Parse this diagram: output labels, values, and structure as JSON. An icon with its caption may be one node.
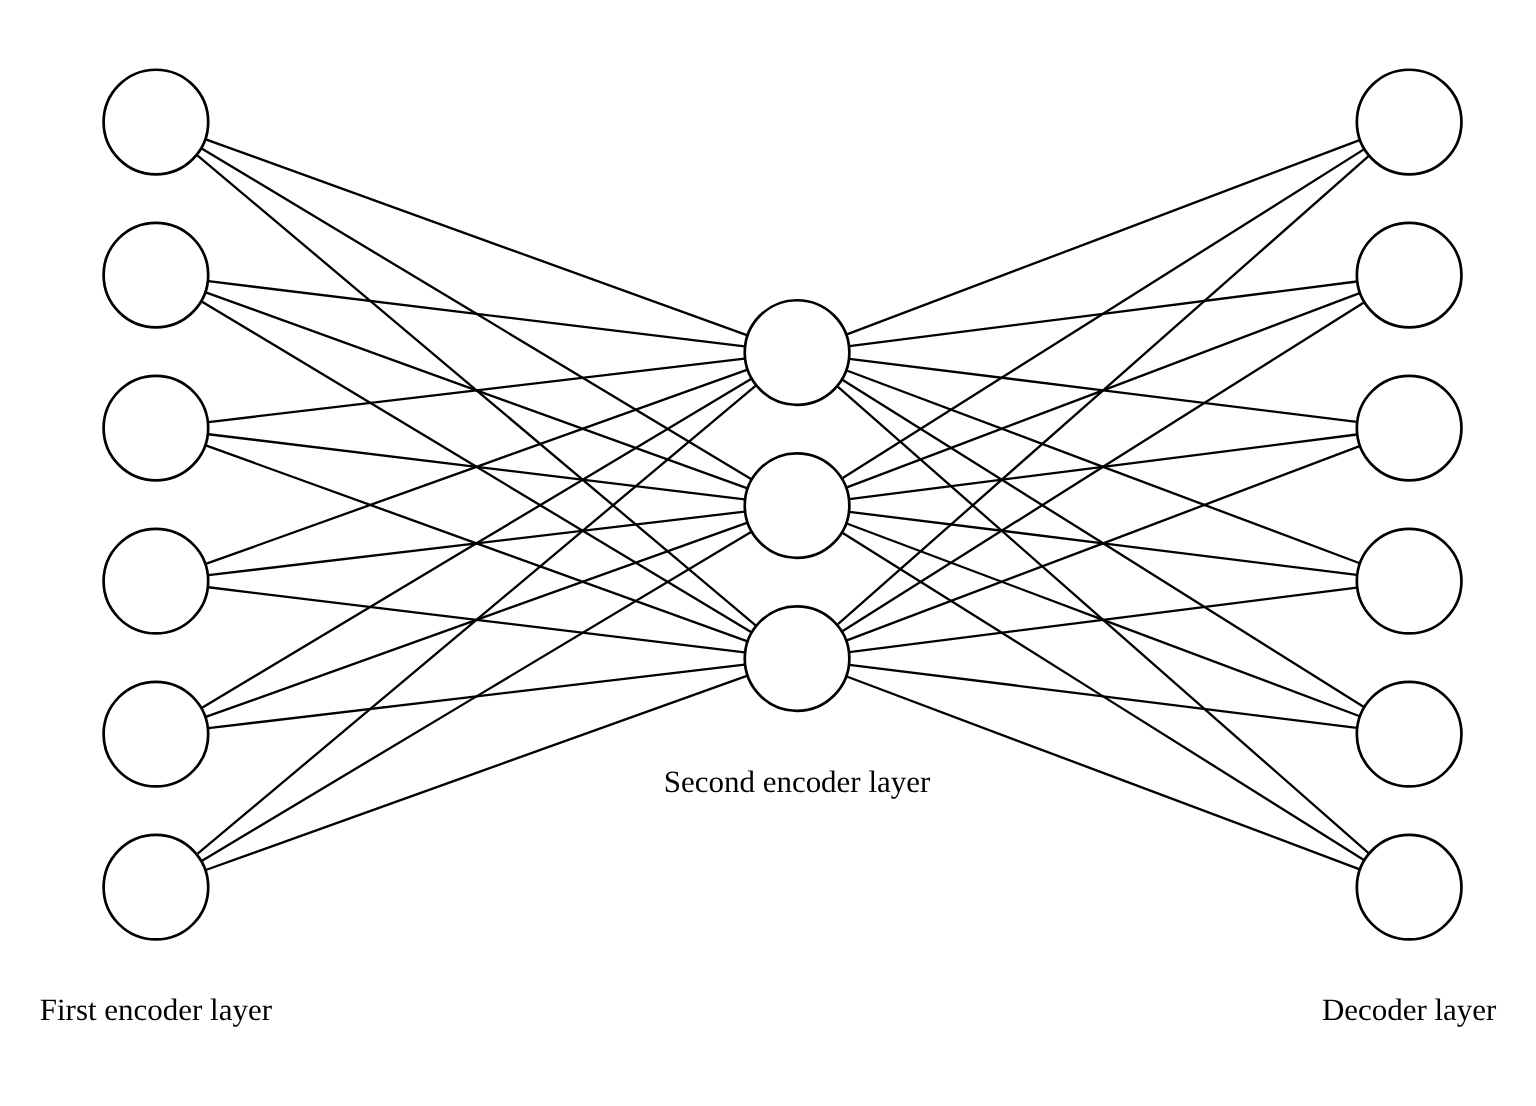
{
  "diagram": {
    "nodes": [
      {
        "text": [],
        "shape": "circle"
      },
      {
        "text": [],
        "shape": "circle"
      },
      {
        "text": [],
        "shape": "circle"
      },
      {
        "text": [],
        "shape": "circle"
      },
      {
        "text": [],
        "shape": "circle"
      },
      {
        "text": [],
        "shape": "circle"
      },
      {
        "text": [],
        "shape": "circle"
      },
      {
        "text": [],
        "shape": "circle"
      },
      {
        "text": [],
        "shape": "circle"
      },
      {
        "text": [],
        "shape": "circle"
      },
      {
        "text": [],
        "shape": "circle"
      },
      {
        "text": [],
        "shape": "circle"
      },
      {
        "text": [],
        "shape": "circle"
      },
      {
        "text": [],
        "shape": "circle"
      },
      {
        "text": [],
        "shape": "circle"
      }
    ],
    "edges": [
      {
        "from": 0,
        "to": 6,
        "arrow": "none"
      },
      {
        "from": 0,
        "to": 7,
        "arrow": "none"
      },
      {
        "from": 0,
        "to": 8,
        "arrow": "none"
      },
      {
        "from": 1,
        "to": 6,
        "arrow": "none"
      },
      {
        "from": 1,
        "to": 7,
        "arrow": "none"
      },
      {
        "from": 1,
        "to": 8,
        "arrow": "none"
      },
      {
        "from": 2,
        "to": 6,
        "arrow": "none"
      },
      {
        "from": 2,
        "to": 7,
        "arrow": "none"
      },
      {
        "from": 2,
        "to": 8,
        "arrow": "none"
      },
      {
        "from": 3,
        "to": 6,
        "arrow": "none"
      },
      {
        "from": 3,
        "to": 7,
        "arrow": "none"
      },
      {
        "from": 3,
        "to": 8,
        "arrow": "none"
      },
      {
        "from": 4,
        "to": 6,
        "arrow": "none"
      },
      {
        "from": 4,
        "to": 7,
        "arrow": "none"
      },
      {
        "from": 4,
        "to": 8,
        "arrow": "none"
      },
      {
        "from": 5,
        "to": 6,
        "arrow": "none"
      },
      {
        "from": 5,
        "to": 7,
        "arrow": "none"
      },
      {
        "from": 5,
        "to": 8,
        "arrow": "none"
      },
      {
        "from": 6,
        "to": 9,
        "arrow": "none"
      },
      {
        "from": 6,
        "to": 10,
        "arrow": "none"
      },
      {
        "from": 6,
        "to": 11,
        "arrow": "none"
      },
      {
        "from": 6,
        "to": 12,
        "arrow": "none"
      },
      {
        "from": 6,
        "to": 13,
        "arrow": "none"
      },
      {
        "from": 6,
        "to": 14,
        "arrow": "none"
      },
      {
        "from": 7,
        "to": 9,
        "arrow": "none"
      },
      {
        "from": 7,
        "to": 10,
        "arrow": "none"
      },
      {
        "from": 7,
        "to": 11,
        "arrow": "none"
      },
      {
        "from": 7,
        "to": 12,
        "arrow": "none"
      },
      {
        "from": 7,
        "to": 13,
        "arrow": "none"
      },
      {
        "from": 7,
        "to": 14,
        "arrow": "none"
      },
      {
        "from": 8,
        "to": 9,
        "arrow": "none"
      },
      {
        "from": 8,
        "to": 10,
        "arrow": "none"
      },
      {
        "from": 8,
        "to": 11,
        "arrow": "none"
      },
      {
        "from": 8,
        "to": 12,
        "arrow": "none"
      },
      {
        "from": 8,
        "to": 13,
        "arrow": "none"
      },
      {
        "from": 8,
        "to": 14,
        "arrow": "none"
      }
    ],
    "labels": [
      "First encoder layer",
      "Second encoder layer",
      "Decoder layer"
    ]
  }
}
